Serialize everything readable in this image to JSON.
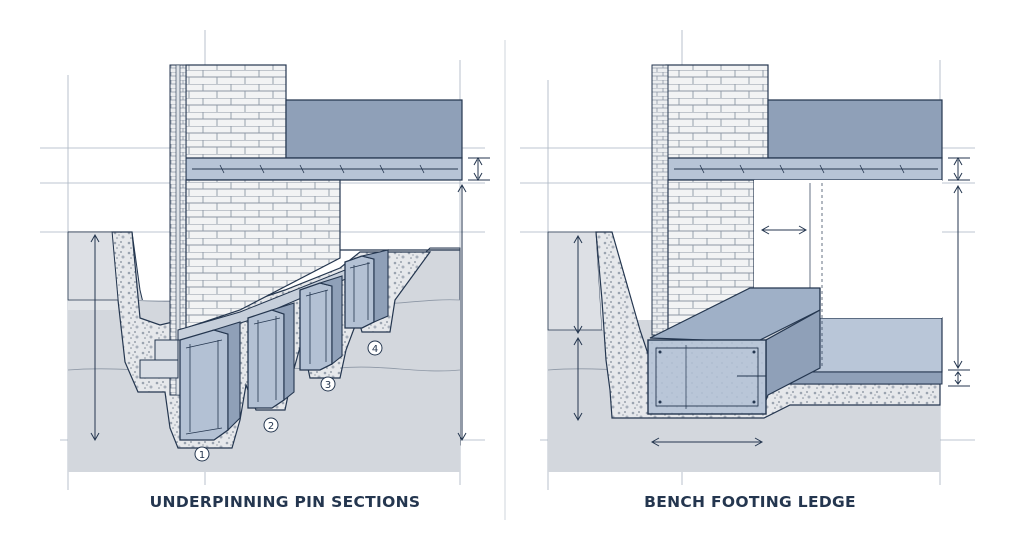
{
  "panels": [
    {
      "title": "UNDERPINNING PIN SECTIONS",
      "pin_labels": [
        "1",
        "2",
        "3",
        "4"
      ]
    },
    {
      "title": "BENCH FOOTING LEDGE"
    }
  ],
  "colors": {
    "ink": "#24364f",
    "concrete": "#b7c4d6",
    "concrete_dark": "#8ea1bc",
    "soil": "#d2d6dc",
    "soil_dark": "#bfc4cc",
    "brick": "#f2f3f4",
    "brick_line": "#8d97a5",
    "gravel": "#e8e9eb",
    "guide": "#9aa6b5"
  }
}
